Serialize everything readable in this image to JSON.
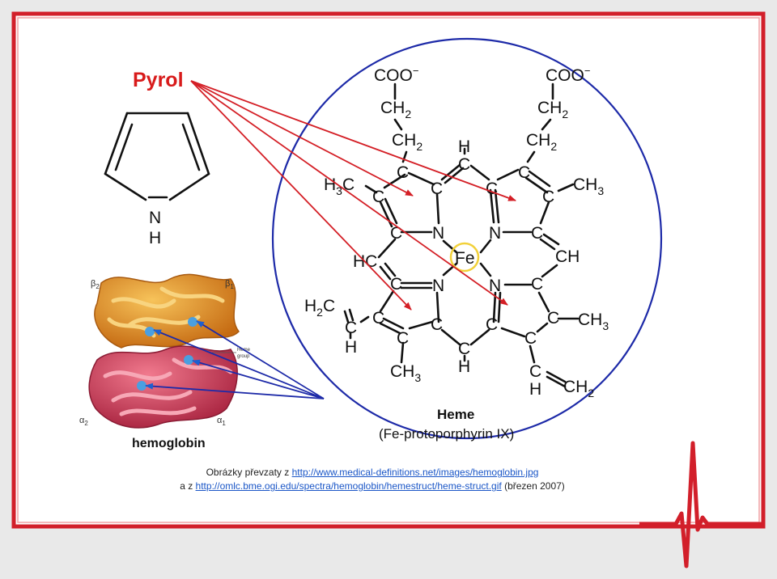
{
  "labels": {
    "pyrol": "Pyrol",
    "pyrrole_n": "N",
    "pyrrole_h": "H",
    "hemoglobin": "hemoglobin",
    "beta2": "β",
    "beta2_sub": "2",
    "beta1": "β",
    "beta1_sub": "1",
    "alpha2": "α",
    "alpha2_sub": "2",
    "alpha1": "α",
    "alpha1_sub": "1",
    "heme_group": "Heme",
    "heme_group_2": "group",
    "fe": "Fe",
    "heme_title": "Heme",
    "heme_subtitle": "(Fe-protoporphyrin IX)"
  },
  "caption": {
    "line1_prefix": "Obrázky převzaty z",
    "line1_link": "http://www.medical-definitions.net/images/hemoglobin.jpg",
    "line2_prefix": "a z",
    "line2_link": "http://omlc.bme.ogi.edu/spectra/hemoglobin/hemestruct/heme-struct.gif",
    "line2_suffix": "(březen 2007)"
  },
  "colors": {
    "frame": "#d21f2a",
    "pyrol_text": "#d81b1b",
    "red_arrow": "#d41f26",
    "blue_arrow": "#1d2aa8",
    "ellipse": "#1d2aa8",
    "fe_ring": "#f2d13a",
    "link": "#1a56c7"
  }
}
